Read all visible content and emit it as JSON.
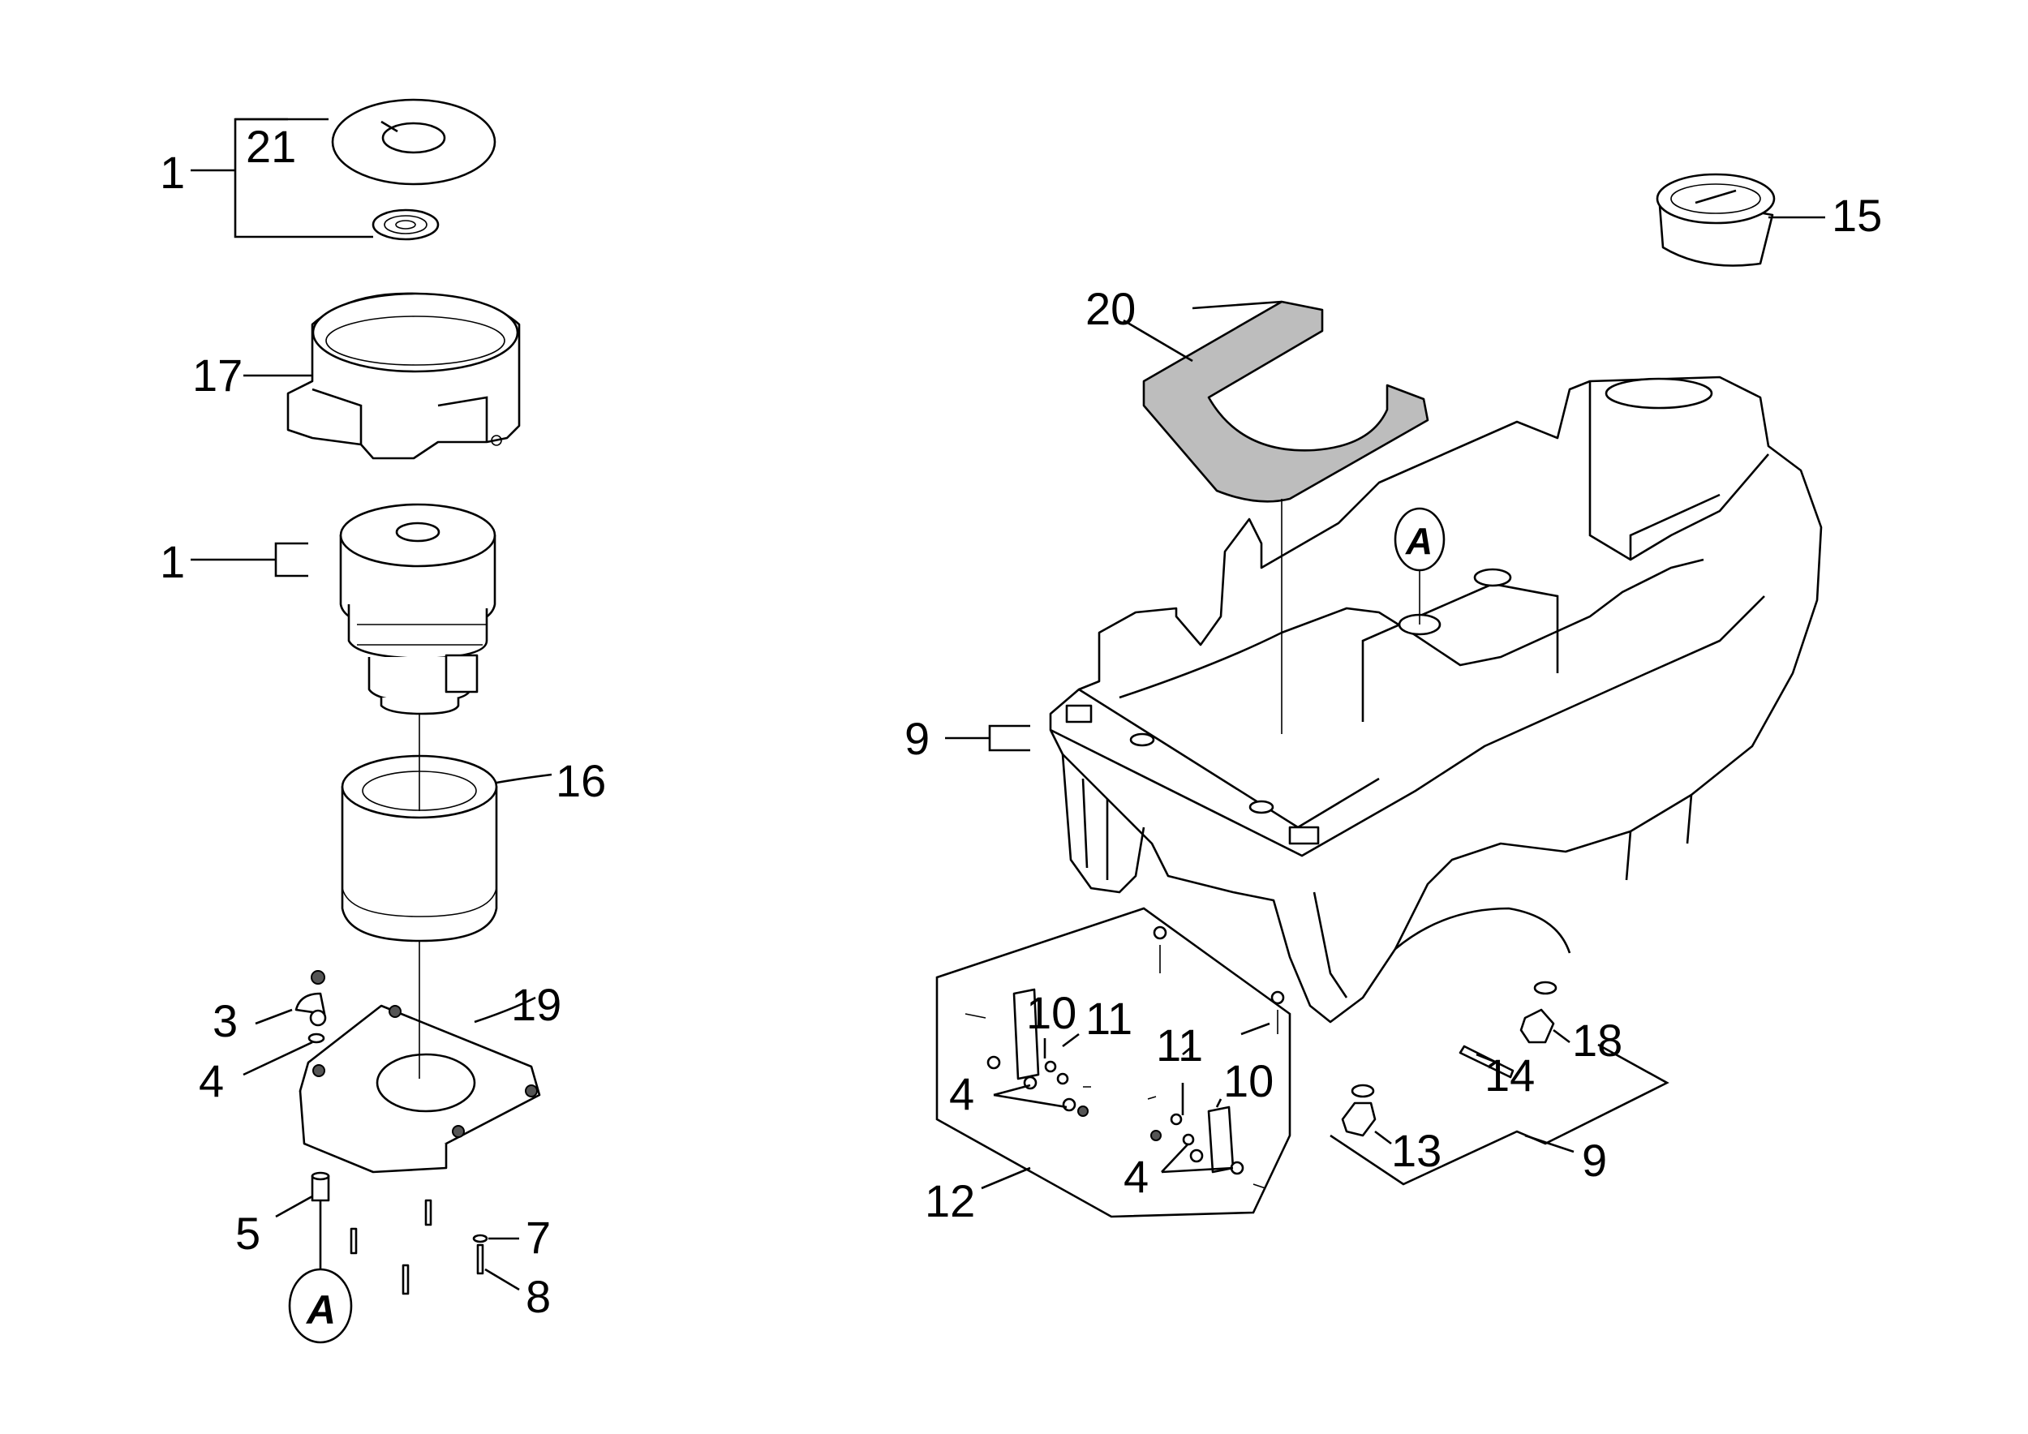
{
  "callouts": [
    {
      "id": "c1a",
      "text": "1"
    },
    {
      "id": "c21",
      "text": "21"
    },
    {
      "id": "c17",
      "text": "17"
    },
    {
      "id": "c1b",
      "text": "1"
    },
    {
      "id": "c16",
      "text": "16"
    },
    {
      "id": "c3",
      "text": "3"
    },
    {
      "id": "c4a",
      "text": "4"
    },
    {
      "id": "c19",
      "text": "19"
    },
    {
      "id": "c5",
      "text": "5"
    },
    {
      "id": "c7",
      "text": "7"
    },
    {
      "id": "c8",
      "text": "8"
    },
    {
      "id": "cA1",
      "text": "A"
    },
    {
      "id": "c20",
      "text": "20"
    },
    {
      "id": "c15",
      "text": "15"
    },
    {
      "id": "cA2",
      "text": "A"
    },
    {
      "id": "c9a",
      "text": "9"
    },
    {
      "id": "c10a",
      "text": "10"
    },
    {
      "id": "c11a",
      "text": "11"
    },
    {
      "id": "c4b",
      "text": "4"
    },
    {
      "id": "c11b",
      "text": "11"
    },
    {
      "id": "c10b",
      "text": "10"
    },
    {
      "id": "c4c",
      "text": "4"
    },
    {
      "id": "c12",
      "text": "12"
    },
    {
      "id": "c18",
      "text": "18"
    },
    {
      "id": "c14",
      "text": "14"
    },
    {
      "id": "c13",
      "text": "13"
    },
    {
      "id": "c9b",
      "text": "9"
    }
  ]
}
